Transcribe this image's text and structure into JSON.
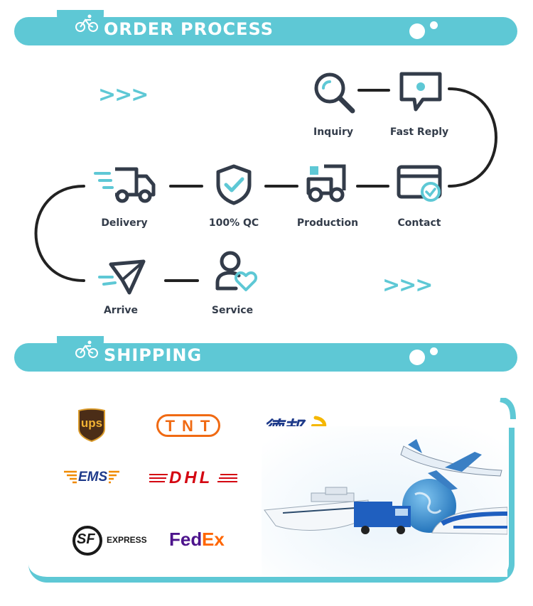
{
  "order_section": {
    "title": "ORDER PROCESS",
    "arrows_top": ">>>",
    "arrows_bottom": ">>>",
    "steps": [
      {
        "label": "Inquiry",
        "icon": "magnifier-icon"
      },
      {
        "label": "Fast Reply",
        "icon": "chat-bubble-icon"
      },
      {
        "label": "Contact",
        "icon": "card-check-icon"
      },
      {
        "label": "Production",
        "icon": "forklift-icon"
      },
      {
        "label": "100% QC",
        "icon": "shield-check-icon"
      },
      {
        "label": "Delivery",
        "icon": "truck-icon"
      },
      {
        "label": "Arrive",
        "icon": "paper-plane-icon"
      },
      {
        "label": "Service",
        "icon": "user-heart-icon"
      }
    ]
  },
  "shipping_section": {
    "title": "SHIPPING",
    "carriers": {
      "ups": "ups",
      "tnt": "TNT",
      "deppon": "德邦",
      "ems": "EMS",
      "dhl": "DHL",
      "sf_mark": "SF",
      "sf_text": "EXPRESS",
      "fedex_fed": "Fed",
      "fedex_ex": "Ex"
    }
  },
  "colors": {
    "accent": "#5ec8d5",
    "icon_dark": "#333c4a",
    "line": "#222222"
  }
}
